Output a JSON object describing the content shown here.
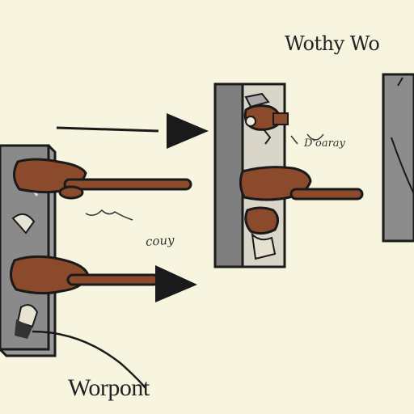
{
  "labels": {
    "title": "Wothy Wo",
    "bottom": "Worpont",
    "handwritten_top": "D'oaray",
    "handwritten_middle": "couy"
  },
  "colors": {
    "background": "#f7f4df",
    "switch_body": "#8c8c8c",
    "wire_brown": "#8a4a2b",
    "ink": "#1a1a1a"
  },
  "icons": [
    "left-switch-icon",
    "middle-switch-icon",
    "right-outlet-icon",
    "arrow-icon"
  ]
}
